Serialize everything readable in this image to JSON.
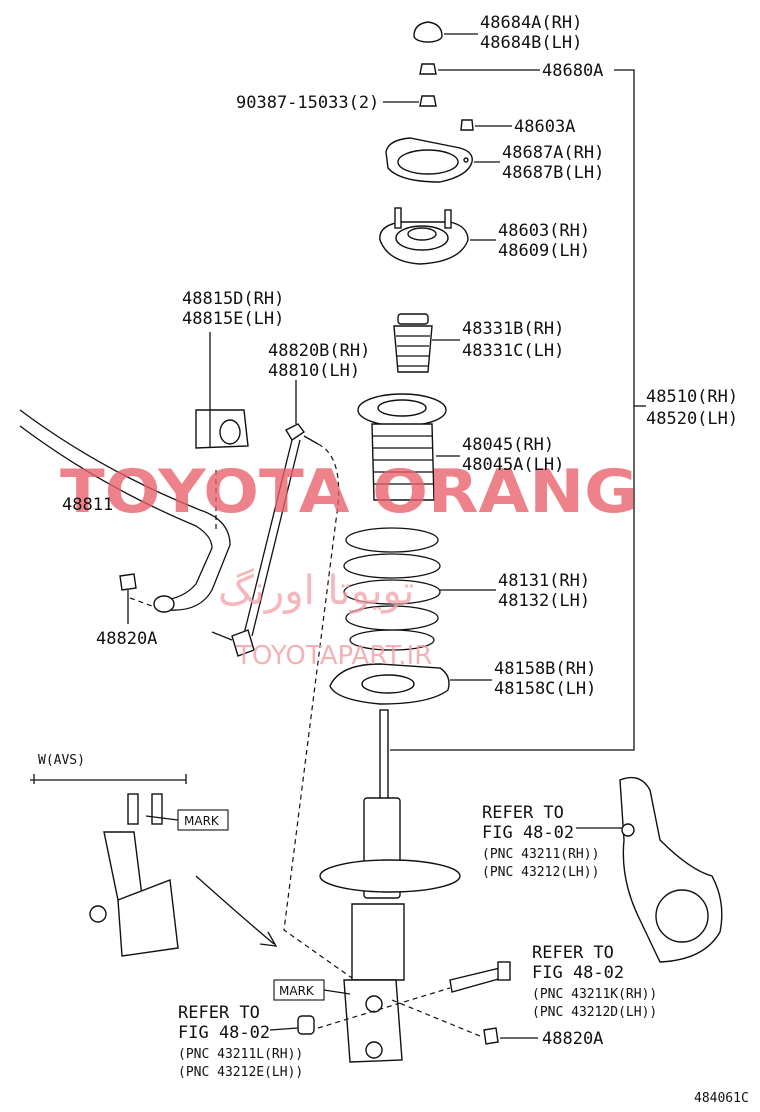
{
  "labels": {
    "cap": [
      "48684A(RH)",
      "48684B(LH)"
    ],
    "nut_top": "48680A",
    "nut_90387": "90387-15033(2)",
    "nut_603a": "48603A",
    "plate": [
      "48687A(RH)",
      "48687B(LH)"
    ],
    "support": [
      "48603(RH)",
      "48609(LH)"
    ],
    "bushing": [
      "48815D(RH)",
      "48815E(LH)"
    ],
    "link": [
      "48820B(RH)",
      "48810(LH)"
    ],
    "bumper": [
      "48331B(RH)",
      "48331C(LH)"
    ],
    "assembly": [
      "48510(RH)",
      "48520(LH)"
    ],
    "boot": [
      "48045(RH)",
      "48045A(LH)"
    ],
    "stabilizer": "48811",
    "spring": [
      "48131(RH)",
      "48132(LH)"
    ],
    "nut_820a_left": "48820A",
    "insulator": [
      "48158B(RH)",
      "48158C(LH)"
    ],
    "variant": "W(AVS)",
    "mark_left": "MARK",
    "mark_bottom": "MARK",
    "refer_knuckle": [
      "REFER TO",
      "FIG 48-02",
      "(PNC 43211(RH))",
      "(PNC 43212(LH))"
    ],
    "refer_bolt": [
      "REFER TO",
      "FIG 48-02",
      "(PNC 43211K(RH))",
      "(PNC 43212D(LH))"
    ],
    "refer_nut": [
      "REFER TO",
      "FIG 48-02",
      "(PNC 43211L(RH))",
      "(PNC 43212E(LH))"
    ],
    "nut_820a_bottom": "48820A",
    "figure_number": "484061C"
  },
  "watermark": {
    "main": "TOYOTA ORANG",
    "persian": "تویوتا اورنگ",
    "url": "TOYOTAPART.IR",
    "color": "#e8606a"
  }
}
